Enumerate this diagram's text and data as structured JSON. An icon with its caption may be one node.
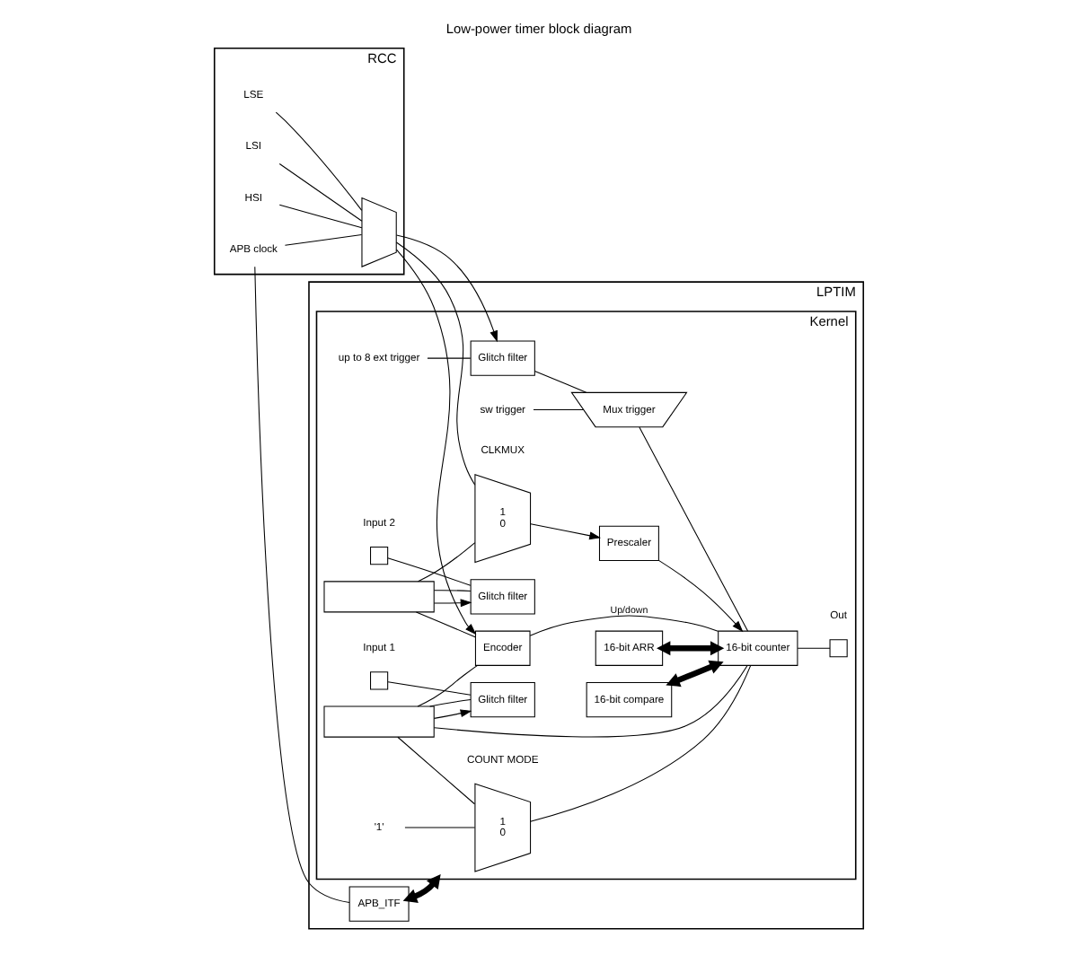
{
  "diagram": {
    "title": "Low-power timer block diagram",
    "nodes": [
      {
        "text": [
          "LPTIM"
        ]
      },
      {
        "text": [
          "APB_ITF"
        ],
        "in": 0
      },
      {
        "text": [
          "Kernel"
        ],
        "in": 0
      },
      {
        "text": [
          "Encoder"
        ],
        "in": 2
      },
      {
        "text": [],
        "shape": "box",
        "in": 2
      },
      {
        "text": [],
        "shape": "box",
        "in": 2
      },
      {
        "text": [
          "Glitch filter"
        ],
        "in": 2
      },
      {
        "text": [
          "Glitch filter"
        ],
        "in": 2
      },
      {
        "text": [],
        "shape": "box",
        "beside": [
          "Input 2"
        ],
        "in": 2
      },
      {
        "text": [],
        "shape": "box",
        "beside": [
          "Input 1"
        ],
        "in": 2
      },
      {
        "text": [
          "Glitch filter"
        ],
        "in": 2
      },
      {
        "text": [
          "Mux trigger"
        ],
        "in": 2
      },
      {
        "text": [
          "16-bit ARR"
        ],
        "in": 2
      },
      {
        "text": [
          "16-bit counter"
        ],
        "in": 2
      },
      {
        "text": [],
        "shape": "box",
        "beside": [
          "Out"
        ],
        "in": 2
      },
      {
        "text": [
          "16-bit compare"
        ],
        "in": 2
      },
      {
        "text": [
          "Prescaler"
        ],
        "in": 2
      },
      {
        "text": [
          "1",
          "0"
        ],
        "beside": [
          "CLKMUX"
        ],
        "in": 2
      },
      {
        "text": [
          "1",
          "0"
        ],
        "beside": [
          "COUNT MODE"
        ],
        "in": 2
      },
      {
        "text": [
          "RCC"
        ]
      },
      {
        "text": [],
        "shape": "trapezium",
        "in": 19
      },
      {
        "text": [
          "APB clock"
        ],
        "in": 19
      },
      {
        "text": [
          "LSE"
        ],
        "in": 19
      },
      {
        "text": [
          "LSI"
        ],
        "in": 19
      },
      {
        "text": [
          "HSI"
        ],
        "in": 19
      },
      {
        "text": [
          "up to 8 ext trigger"
        ],
        "in": 2
      },
      {
        "text": [
          "sw trigger"
        ],
        "in": 2
      },
      {
        "text": [
          "'1'"
        ],
        "in": 2
      }
    ],
    "edges": [
      {
        "from": 1,
        "to": 3,
        "arrow": "both",
        "style": "thick"
      },
      {
        "from": 21,
        "to": 1,
        "arrow": "none"
      },
      {
        "from": 21,
        "to": 20,
        "arrow": "none"
      },
      {
        "from": 22,
        "to": 20,
        "arrow": "none"
      },
      {
        "from": 23,
        "to": 20,
        "arrow": "none"
      },
      {
        "from": 24,
        "to": 20,
        "arrow": "none"
      },
      {
        "from": 20,
        "to": 17,
        "arrow": "none"
      },
      {
        "from": 20,
        "to": 3,
        "arrow": "to"
      },
      {
        "from": 20,
        "to": 10,
        "arrow": "to"
      },
      {
        "from": 8,
        "to": 6,
        "arrow": "none"
      },
      {
        "from": 9,
        "to": 7,
        "arrow": "none"
      },
      {
        "from": 6,
        "to": 4,
        "arrow": "none"
      },
      {
        "from": 7,
        "to": 5,
        "arrow": "none"
      },
      {
        "from": 4,
        "to": 3,
        "arrow": "none"
      },
      {
        "from": 5,
        "to": 3,
        "arrow": "none"
      },
      {
        "from": 4,
        "to": 6,
        "arrow": "to"
      },
      {
        "from": 5,
        "to": 7,
        "arrow": "to"
      },
      {
        "from": 3,
        "to": 13,
        "arrow": "none",
        "label": "Up/down"
      },
      {
        "from": 5,
        "to": 13,
        "arrow": "none"
      },
      {
        "from": 5,
        "to": 18,
        "arrow": "none"
      },
      {
        "from": 4,
        "to": 17,
        "arrow": "none"
      },
      {
        "from": 25,
        "to": 10,
        "arrow": "none"
      },
      {
        "from": 10,
        "to": 11,
        "arrow": "none"
      },
      {
        "from": 26,
        "to": 11,
        "arrow": "none"
      },
      {
        "from": 11,
        "to": 13,
        "arrow": "none"
      },
      {
        "from": 27,
        "to": 18,
        "arrow": "none"
      },
      {
        "from": 18,
        "to": 13,
        "arrow": "none"
      },
      {
        "from": 17,
        "to": 16,
        "arrow": "to"
      },
      {
        "from": 16,
        "to": 13,
        "arrow": "to"
      },
      {
        "from": 12,
        "to": 13,
        "arrow": "both",
        "style": "thick"
      },
      {
        "from": 15,
        "to": 13,
        "arrow": "both",
        "style": "thick"
      },
      {
        "from": 13,
        "to": 14,
        "arrow": "none"
      }
    ]
  }
}
